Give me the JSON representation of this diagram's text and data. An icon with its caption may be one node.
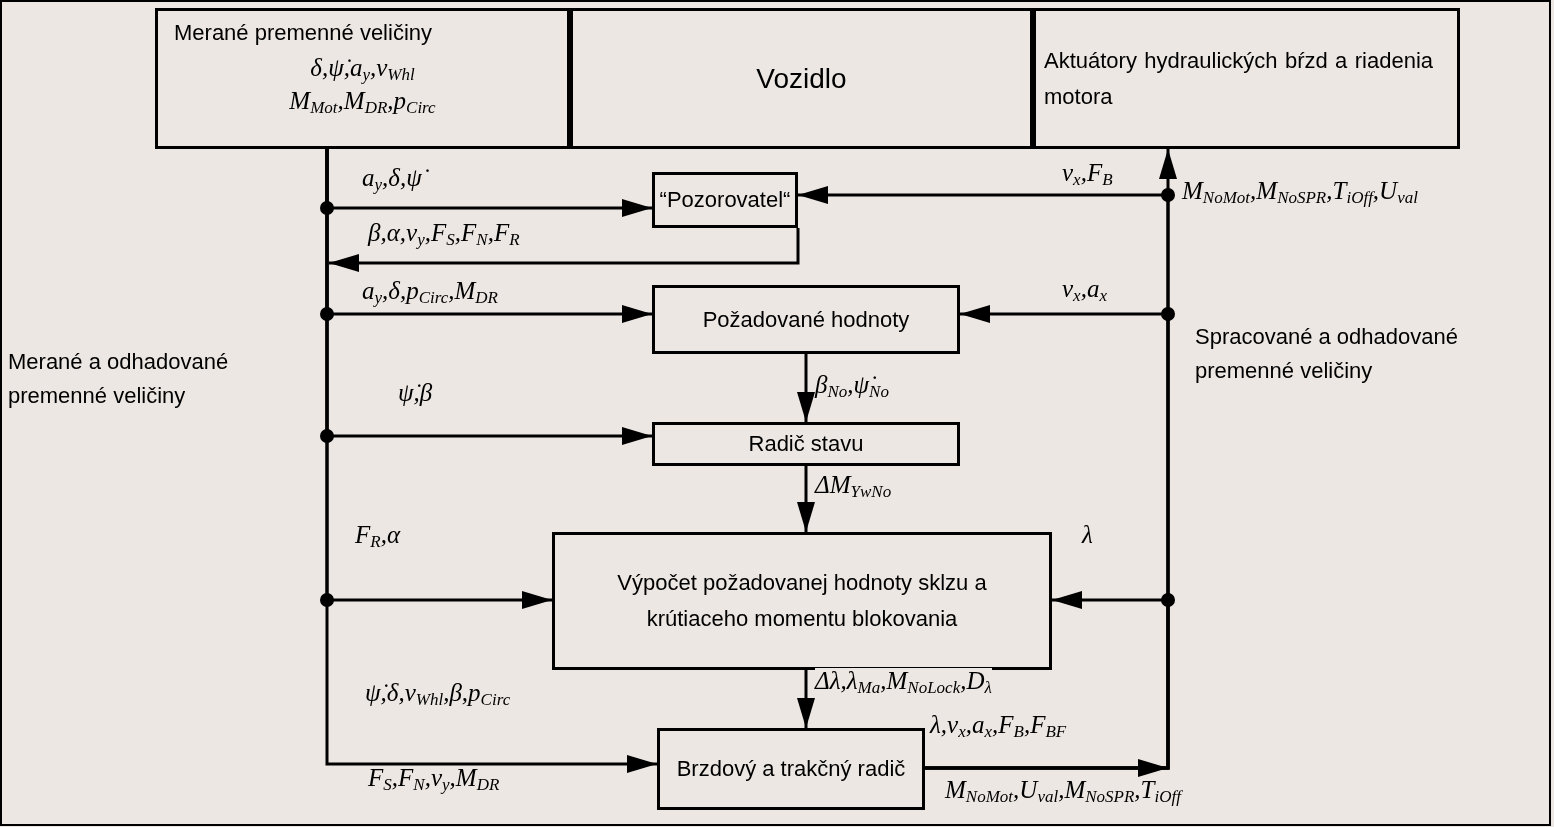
{
  "diagram": {
    "nodes": [
      {
        "text": [
          "Merané premenné veličiny",
          "δ,ψ̇,a$_{y}$,v$_{Whl}$",
          "M$_{Mot}$,M$_{DR}$,p$_{Circ}$"
        ]
      },
      {
        "text": [
          "Vozidlo"
        ]
      },
      {
        "text": [
          "Aktuátory hydraulických bŕzd a riadenia motora"
        ]
      },
      {
        "text": [
          "“Pozorovatel“"
        ]
      },
      {
        "text": [
          "Požadované hodnoty"
        ]
      },
      {
        "text": [
          "Radič stavu"
        ]
      },
      {
        "text": [
          "Výpočet požadovanej hodnoty sklzu a krútiaceho momentu blokovania"
        ]
      },
      {
        "text": [
          "Brzdový a trakčný radič"
        ]
      }
    ],
    "edges": [
      {
        "from": 0,
        "to": 3,
        "arrow": "to",
        "label": "a$_{y}$,δ,ψ̇"
      },
      {
        "from": 3,
        "to": null,
        "arrow": "to",
        "label": "β,α,v$_{y}$,F$_{S}$,F$_{N}$,F$_{R}$"
      },
      {
        "from": 0,
        "to": 4,
        "arrow": "to",
        "label": "a$_{y}$,δ,p$_{Circ}$,M$_{DR}$"
      },
      {
        "from": 0,
        "to": 5,
        "arrow": "to",
        "label": "ψ̇,β"
      },
      {
        "from": 0,
        "to": 6,
        "arrow": "to",
        "label": "F$_{R}$,α"
      },
      {
        "from": 0,
        "to": 7,
        "arrow": "to",
        "label": "ψ̇,δ,v$_{Whl}$,β,p$_{Circ}$"
      },
      {
        "from": 7,
        "to": 2,
        "arrow": "to",
        "label": "M$_{NoMot}$,M$_{NoSPR}$,T$_{iOff}$,U$_{val}$"
      },
      {
        "from": 7,
        "to": 3,
        "arrow": "to",
        "label": "v$_{x}$,F$_{B}$"
      },
      {
        "from": 7,
        "to": 4,
        "arrow": "to",
        "label": "v$_{x}$,a$_{x}$"
      },
      {
        "from": 7,
        "to": 6,
        "arrow": "to",
        "label": "λ"
      },
      {
        "from": 4,
        "to": 5,
        "arrow": "to",
        "label": "β$_{No}$,ψ̇$_{No}$"
      },
      {
        "from": 5,
        "to": 6,
        "arrow": "to",
        "label": "ΔM$_{YwNo}$"
      },
      {
        "from": 6,
        "to": 7,
        "arrow": "to",
        "label": "Δλ,λ$_{Ma}$,M$_{NoLock}$,D$_{λ}$"
      }
    ],
    "labels": [
      "Merané a odhadované premenné veličiny",
      "Spracované a odhadované premenné veličiny",
      "F$_{S}$,F$_{N}$,v$_{y}$,M$_{DR}$",
      "λ,v$_{x}$,a$_{x}$,F$_{B}$,F$_{BF}$",
      "M$_{NoMot}$,U$_{val}$,M$_{NoSPR}$,T$_{iOff}$"
    ]
  }
}
